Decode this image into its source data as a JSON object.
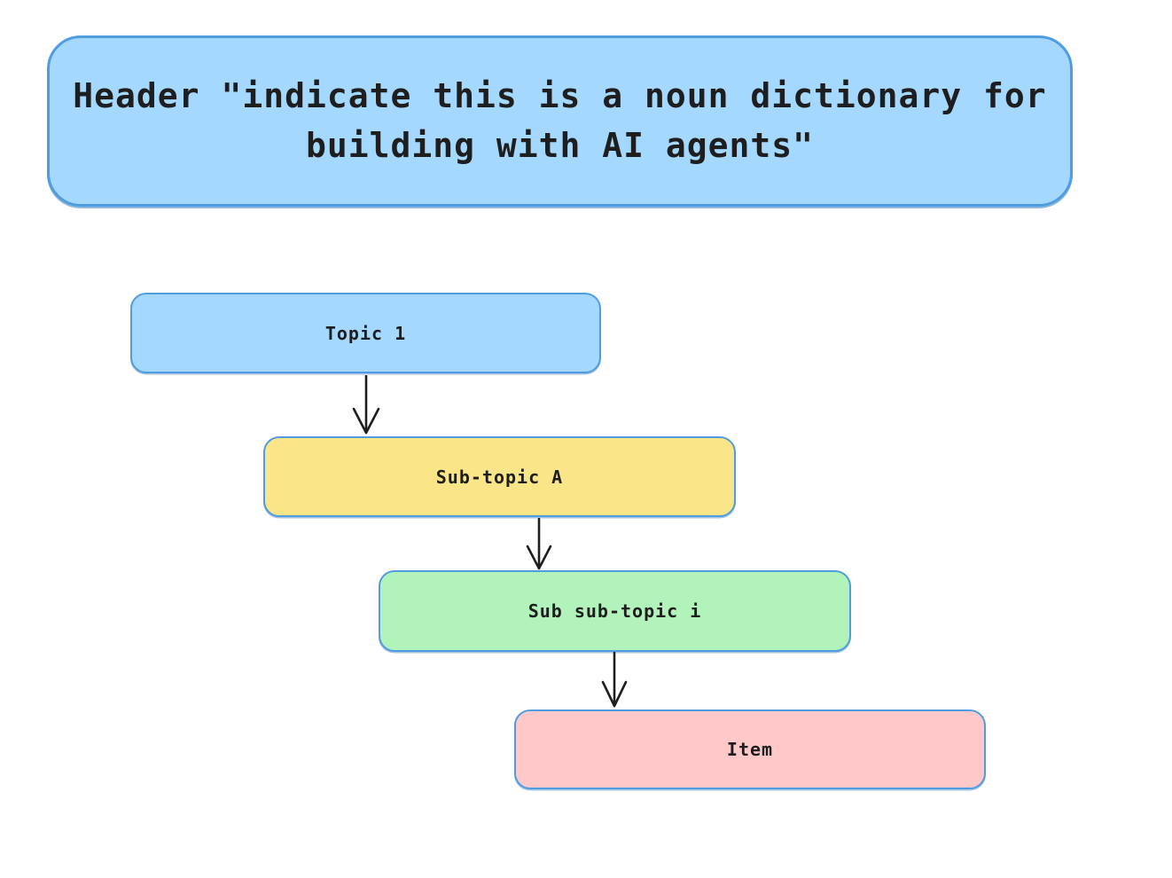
{
  "canvas": {
    "background": "#ffffff"
  },
  "header": {
    "label": "Header \"indicate this is a noun dictionary for building with AI agents\"",
    "fill": "#a5d8ff",
    "border": "#4f9de0",
    "text_color": "#1e1e1e"
  },
  "nodes": [
    {
      "id": "topic-1",
      "label": "Topic 1",
      "fill": "#a5d8ff",
      "border": "#4f9de0"
    },
    {
      "id": "sub-topic-a",
      "label": "Sub-topic A",
      "fill": "#fae588",
      "border": "#4f9de0"
    },
    {
      "id": "sub-sub-topic-i",
      "label": "Sub sub-topic i",
      "fill": "#b2f2bb",
      "border": "#4f9de0"
    },
    {
      "id": "item",
      "label": "Item",
      "fill": "#ffc9c9",
      "border": "#4f9de0"
    }
  ],
  "arrows": [
    {
      "from": "topic-1",
      "to": "sub-topic-a",
      "color": "#1e1e1e"
    },
    {
      "from": "sub-topic-a",
      "to": "sub-sub-topic-i",
      "color": "#1e1e1e"
    },
    {
      "from": "sub-sub-topic-i",
      "to": "item",
      "color": "#1e1e1e"
    }
  ]
}
